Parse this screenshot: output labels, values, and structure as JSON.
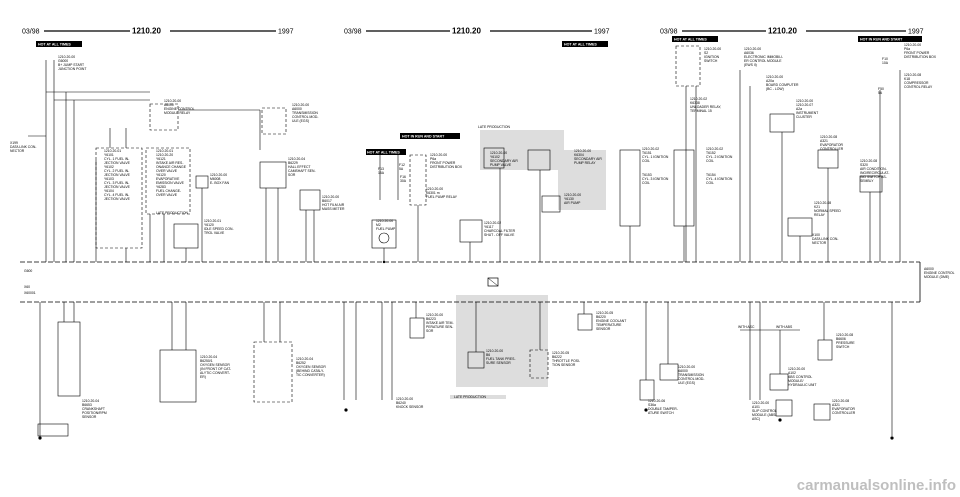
{
  "header": {
    "panels": [
      {
        "date": "03/98",
        "code": "1210.20",
        "year": "1997"
      },
      {
        "date": "03/98",
        "code": "1210.20",
        "year": "1997"
      },
      {
        "date": "03/98",
        "code": "1210.20",
        "year": "1997"
      }
    ]
  },
  "hot_labels": {
    "always_1": "HOT AT ALL TIMES",
    "always_2": "HOT AT ALL TIMES",
    "always_3": "HOT AT ALL TIMES",
    "always_4": "HOT AT ALL TIMES",
    "run_start_1": "HOT IN RUN AND START",
    "run_start_2": "HOT IN RUN AND START"
  },
  "production": {
    "late_1": "LATE PRODUCTION",
    "late_2": "LATE PRODUCTION",
    "late_3": "LATE PRODUCTION"
  },
  "components": {
    "junction": [
      "1210.20-00",
      "G6000",
      "B+ JUMP START",
      "JUNCTION POINT"
    ],
    "dlc": [
      "X199",
      "DATA LINK CON-",
      "NECTOR"
    ],
    "ecm": [
      "1210.20-00",
      "A6000",
      "ENGINE CONTROL",
      "MODULE RELAY"
    ],
    "tcm_top": [
      "1210.20-00",
      "A6000",
      "TRANSMISSION",
      "CONTROL MOD-",
      "ULE (EGS)"
    ],
    "fuel_inj": [
      "1210.20-01",
      "Y6101",
      "CYL. 1 FUEL IN-",
      "JECTION VALVE",
      "Y6102",
      "CYL. 2 FUEL IN-",
      "JECTION VALVE",
      "Y6103",
      "CYL. 3 FUEL IN-",
      "JECTION VALVE",
      "Y6104",
      "CYL. 4 FUEL IN-",
      "JECTION VALVE"
    ],
    "resonance": [
      "1210.20-01",
      "1210.20-20",
      "Y6121",
      "INTAKE AIR RES-",
      "ONANCE CHANGE",
      "OVER VALVE",
      "Y6120",
      "EVAPORATIVE",
      "EMISSION VALVE",
      "Y6283",
      "FUEL CHANGE-",
      "OVER VALVE"
    ],
    "ebox_fan": [
      "1210.20-00",
      "M6008",
      "E- BOX FAN"
    ],
    "idle": [
      "1210.20-01",
      "Y6120",
      "IDLE SPEED CON-",
      "TROL VALVE"
    ],
    "hall": [
      "1210.20-04",
      "B6229",
      "HALL EFFECT",
      "CAMSHAFT SEN-",
      "SOR"
    ],
    "maf": [
      "1210.20-00",
      "B6017",
      "HOT FILM AIR",
      "MASS METER"
    ],
    "fuse_f13": [
      "F13",
      "15A"
    ],
    "fuse_f12": [
      "F12",
      "5A"
    ],
    "fuse_f16": [
      "F16",
      "30A"
    ],
    "power_box": [
      "1210.20-00",
      "P6a",
      "FRONT POWER",
      "DISTRIBUTION BOX"
    ],
    "fuel_relay": [
      "1210.20-00",
      "K6301 m",
      "FUEL PUMP RELAY"
    ],
    "fuel_pump": [
      "1210.20-00",
      "M2",
      "FUEL PUMP"
    ],
    "charcoal": [
      "1210.20-02",
      "Y6117",
      "CHARCOAL FILTER",
      "SHUT - OFF VALVE"
    ],
    "air_pump_valve": [
      "1210.20-00",
      "Y6102",
      "SECONDARY AIR",
      "PUMP VALVE"
    ],
    "sec_air_relay": [
      "1210.20-00",
      "K6304",
      "SECONDARY AIR",
      "PUMP RELAY"
    ],
    "air_pump": [
      "1210.20-00",
      "Y6130",
      "AIR PUMP"
    ],
    "ignition_sw": [
      "1210.20-00",
      "S2",
      "IGNITION",
      "SWITCH"
    ],
    "unloader": [
      "1210.20-02",
      "K6338",
      "UNLOADER RELAY,",
      "TERMINAL 15"
    ],
    "coils_13": [
      "1210.20-02",
      "T6151",
      "CYL. 1 IGNITION",
      "COIL",
      "T6153",
      "CYL. 3 IGNITION",
      "COIL"
    ],
    "coils_24": [
      "1210.20-02",
      "T6152",
      "CYL. 2 IGNITION",
      "COIL",
      "T6154",
      "CYL. 4 IGNITION",
      "COIL"
    ],
    "ews": [
      "1210.20-00",
      "A6036",
      "ELECTRONIC IMMOBILI-",
      "ER CONTROL MODULE",
      "(EWS II)"
    ],
    "obc": [
      "1210.20-00",
      "A20a",
      "BOARD COMPUTER",
      "(BC - LOW)"
    ],
    "cluster": [
      "1210.20-00",
      "1210.20-07",
      "A2a",
      "INSTRUMENT",
      "CLUSTER"
    ],
    "evap_ctrl": [
      "1210.20-08",
      "A321",
      "EVAPORATOR",
      "CONTROLLER"
    ],
    "ac_sw": [
      "1210.20-08",
      "S320",
      "AIR CONDITION-",
      "ING/RECIRCULAT-",
      "ING SWITCH AS-",
      "SEMBLY"
    ],
    "speed_relay": [
      "1210.20-08",
      "K21",
      "NORMAL SPEED",
      "RELAY"
    ],
    "x100": [
      "X100",
      "DATA LINK CON-",
      "NECTOR"
    ],
    "power_box_2": [
      "1210.20-00",
      "P6a",
      "FRONT POWER",
      "DISTRIBUTION BOX"
    ],
    "comp_relay": [
      "1210.20-08",
      "K18",
      "COMPRESSOR",
      "CONTROL RELAY"
    ],
    "fuse_f10": [
      "F10",
      "10A"
    ],
    "fuse_f50": [
      "F50",
      "5A"
    ],
    "ecm_main": [
      "A6000",
      "ENGINE CONTROL",
      "MODULE (DME)"
    ],
    "g100": [
      "G600",
      "X60",
      "X60001"
    ],
    "crank": [
      "1210.20-04",
      "B6653",
      "CRANKSHAFT",
      "POSITION/RPM",
      "SENSOR"
    ],
    "o2_front": [
      "1210.20-04",
      "B6250/1",
      "OXYGEN SENSOR",
      "(IN FRONT OF CAT-",
      "ALYTIC CONVERT-",
      "ER)"
    ],
    "o2_rear": [
      "1210.20-04",
      "B6252",
      "OXYGEN SENSOR",
      "(BEHIND CATALY-",
      "TIC CONVERTER)"
    ],
    "iat": [
      "1210.20-00",
      "B6223",
      "INTAKE AIR TEM-",
      "PERATURE SEN-",
      "SOR"
    ],
    "knock": [
      "1210.20-00",
      "B6240",
      "KNOCK SENSOR"
    ],
    "tank_press": [
      "1210.20-00",
      "B6",
      "FUEL TANK PRES-",
      "SURE SENSOR"
    ],
    "throttle": [
      "1210.20-05",
      "B6222",
      "THROTTLE POSI-",
      "TION SENSOR"
    ],
    "coolant": [
      "1210.20-05",
      "B6220",
      "ENGINE COOLANT",
      "TEMPERATURE",
      "SENSOR"
    ],
    "tamper": [
      "1210.20-06",
      "S36a",
      "DOUBLE TAMPER-",
      "ATURE SWITCH"
    ],
    "tcm_bottom": [
      "1210.20-00",
      "A6000",
      "TRANSMISSION",
      "CONTROL MOD-",
      "ULE (EGS)"
    ],
    "abs_ctrl": [
      "1210.20-00",
      "A102",
      "ABS CONTROL",
      "MODULE/",
      "HYDRAULIC UNIT"
    ],
    "asc_note": [
      "WITH ASC",
      "WITH ABS"
    ],
    "slip": [
      "1210.20-00",
      "A101",
      "SLIP CONTROL",
      "MODULE (ABS/",
      "ASC)"
    ],
    "pressure_sw": [
      "1210.20-08",
      "B6606",
      "PRESSURE",
      "SWITCH"
    ],
    "evap_ctrl_2": [
      "1210.20-08",
      "A321",
      "EVAPORATOR",
      "CONTROLLER"
    ]
  },
  "watermark": "carmanualsonline.info",
  "colors": {
    "line": "#000000",
    "shade": "#dddddd",
    "banner": "#000000",
    "watermark": "#bfbfbf"
  }
}
